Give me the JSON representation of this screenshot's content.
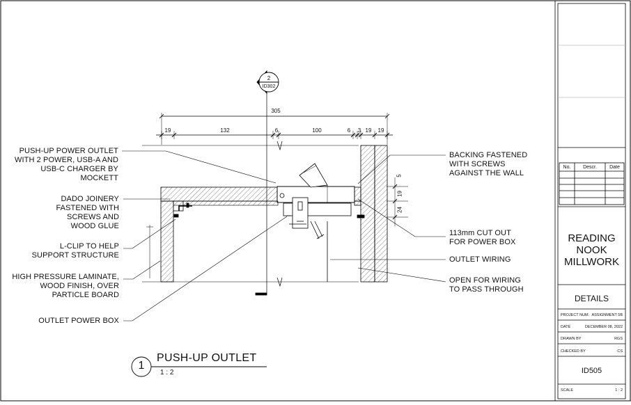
{
  "drawing": {
    "section_tag": {
      "number": "2",
      "sheet": "ID302"
    },
    "overall_dimension": "305",
    "dimensions": [
      "19",
      "132",
      "6",
      "100",
      "6",
      "3",
      "19",
      "19"
    ],
    "side_dimensions": [
      "5",
      "19",
      "24"
    ],
    "notes_left": [
      "PUSH-UP POWER OUTLET\nWITH 2 POWER, USB-A AND\nUSB-C CHARGER BY\nMOCKETT",
      "DADO JOINERY\nFASTENED WITH\nSCREWS AND\nWOOD GLUE",
      "L-CLIP TO HELP\nSUPPORT STRUCTURE",
      "HIGH PRESSURE LAMINATE,\nWOOD FINISH, OVER\nPARTICLE BOARD",
      "OUTLET POWER BOX"
    ],
    "notes_right": [
      "BACKING FASTENED\nWITH SCREWS\nAGAINST THE WALL",
      "113mm CUT OUT\nFOR POWER BOX",
      "OUTLET WIRING",
      "OPEN FOR WIRING\nTO PASS THROUGH"
    ]
  },
  "detail_label": {
    "number": "1",
    "title": "PUSH-UP OUTLET",
    "scale": "1 : 2"
  },
  "title_block": {
    "revision_headers": [
      "No.",
      "Descr.",
      "Date"
    ],
    "project_title": "READING\nNOOK\nMILLWORK",
    "sheet_title": "DETAILS",
    "fields": [
      {
        "label": "PROJECT NUM.",
        "value": "ASSIGNMENT 5B"
      },
      {
        "label": "DATE",
        "value": "DECEMBER 08, 2022"
      },
      {
        "label": "DRAWN BY",
        "value": "RGS"
      },
      {
        "label": "CHECKED BY",
        "value": "CS"
      }
    ],
    "sheet_number": "ID505",
    "scale_label": "SCALE",
    "scale_value": "1 : 2"
  }
}
